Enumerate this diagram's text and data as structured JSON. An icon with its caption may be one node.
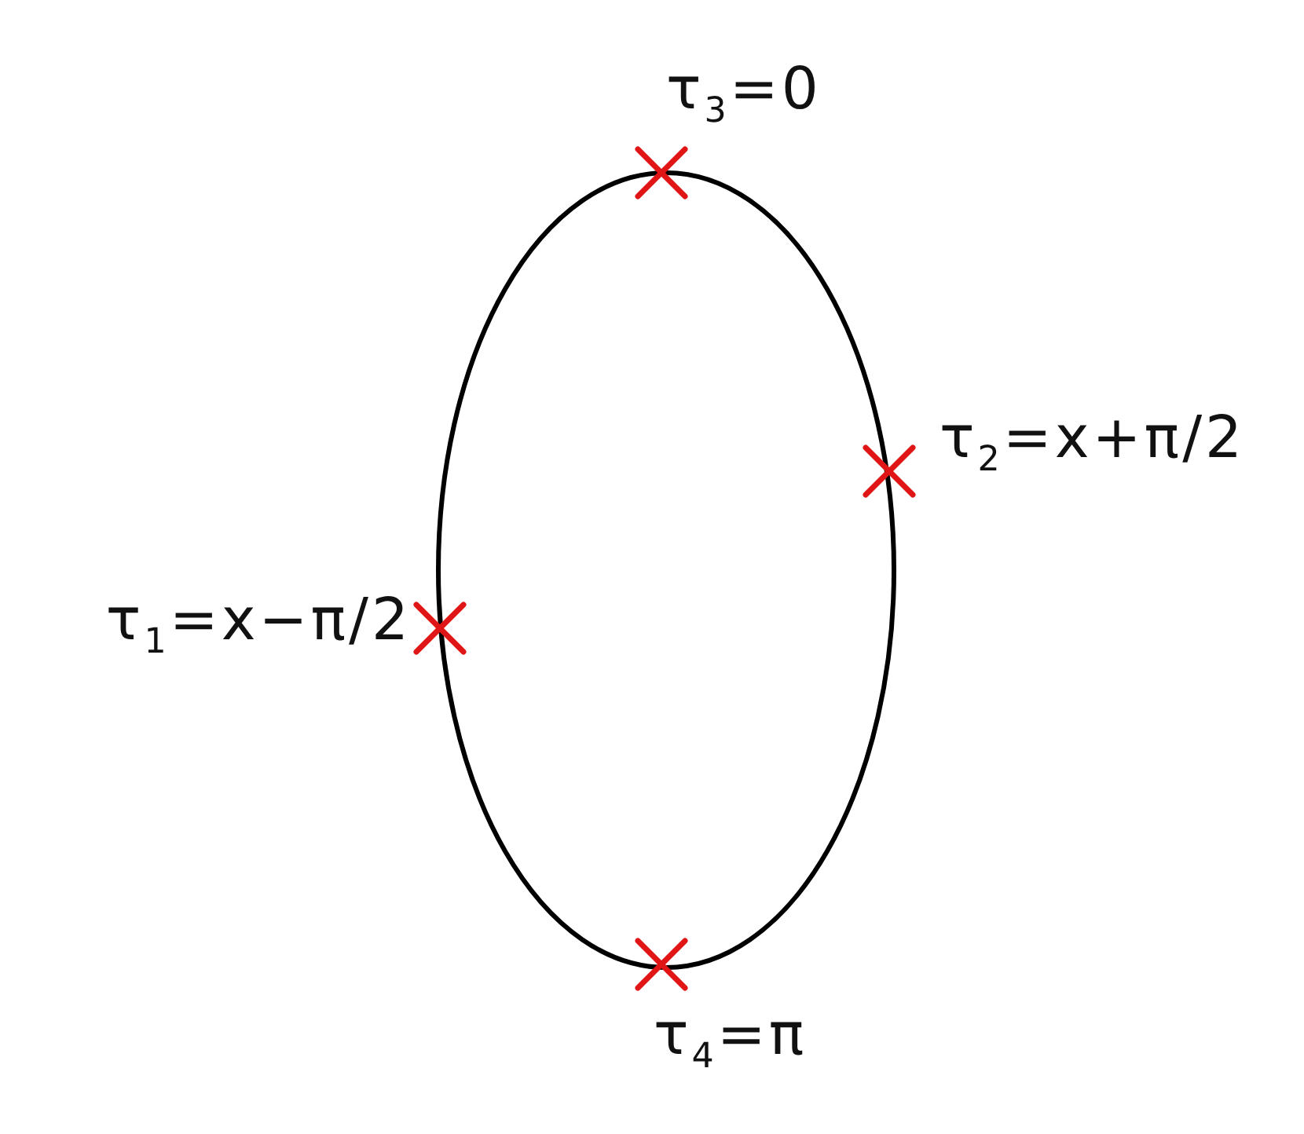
{
  "diagram": {
    "nodes": [
      {
        "text": [],
        "shape": "ellipse"
      }
    ],
    "labels": [
      "τ$_{3}$=0",
      "τ$_{2}$=x+π/2",
      "τ$_{1}$=x−π/2",
      "τ$_{4}$=π"
    ]
  }
}
